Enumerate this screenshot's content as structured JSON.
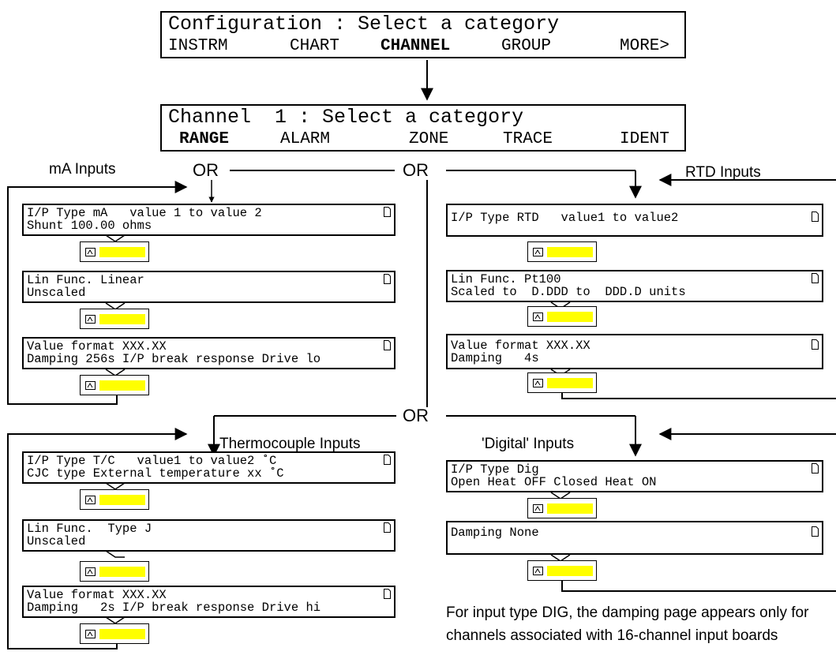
{
  "config_menu": {
    "title": "Configuration : Select a category",
    "items": [
      "INSTRM",
      "CHART",
      "CHANNEL",
      "GROUP",
      "MORE>"
    ],
    "selected": "CHANNEL"
  },
  "channel_menu": {
    "title": "Channel  1 : Select a category",
    "items": [
      "RANGE",
      "ALARM",
      "ZONE",
      "TRACE",
      "IDENT"
    ],
    "selected": "RANGE"
  },
  "or_label": "OR",
  "mA": {
    "label": "mA Inputs",
    "pages": [
      {
        "l1": "I/P Type mA   value 1 to value 2",
        "l2": "Shunt 100.00 ohms"
      },
      {
        "l1": "Lin Func. Linear",
        "l2": "Unscaled"
      },
      {
        "l1": "Value format XXX.XX",
        "l2": "Damping 256s I/P break response Drive lo"
      }
    ]
  },
  "rtd": {
    "label": "RTD Inputs",
    "pages": [
      {
        "l1": "I/P Type RTD   value1 to value2",
        "l2": ""
      },
      {
        "l1": "Lin Func. Pt100",
        "l2": "Scaled to  D.DDD to  DDD.D units"
      },
      {
        "l1": "Value format XXX.XX",
        "l2": "Damping   4s"
      }
    ]
  },
  "tc": {
    "label": "Thermocouple Inputs",
    "pages": [
      {
        "l1": "I/P Type T/C   value1 to value2 ˚C",
        "l2": "CJC type External temperature xx ˚C"
      },
      {
        "l1": "Lin Func.  Type J",
        "l2": "Unscaled"
      },
      {
        "l1": "Value format XXX.XX",
        "l2": "Damping   2s I/P break response Drive hi"
      }
    ]
  },
  "dig": {
    "label": "'Digital' Inputs",
    "pages": [
      {
        "l1": "I/P Type Dig",
        "l2": "Open Heat OFF Closed Heat ON"
      },
      {
        "l1": "Damping None",
        "l2": ""
      }
    ]
  },
  "note": "For input type DIG,  the damping page appears only for channels associated with 16-channel input boards"
}
